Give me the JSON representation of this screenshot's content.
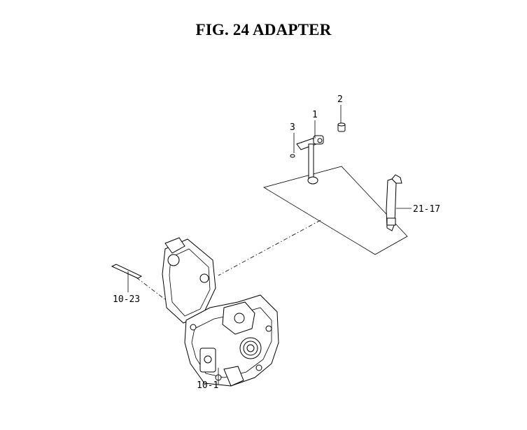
{
  "figure": {
    "title": "FIG. 24  ADAPTER"
  },
  "callouts": [
    {
      "id": "c1",
      "label": "1"
    },
    {
      "id": "c2",
      "label": "2"
    },
    {
      "id": "c3",
      "label": "3"
    },
    {
      "id": "c4",
      "label": "21-17"
    },
    {
      "id": "c5",
      "label": "10-23"
    },
    {
      "id": "c6",
      "label": "10-1"
    }
  ]
}
